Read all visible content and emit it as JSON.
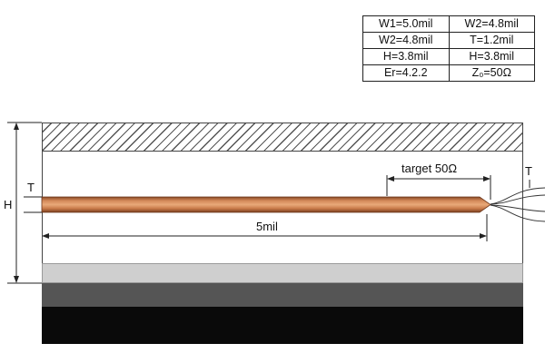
{
  "params": {
    "rows": [
      [
        "W1=5.0mil",
        "W2=4.8mil"
      ],
      [
        "W2=4.8mil",
        "T=1.2mil"
      ],
      [
        "H=3.8mil",
        "H=3.8mil"
      ],
      [
        "Er=4.2.2",
        "Z₀=50Ω"
      ]
    ]
  },
  "labels": {
    "height": "H",
    "thickness_left": "T",
    "thickness_right": "T",
    "target": "target 50Ω",
    "length": "5mil"
  },
  "colors": {
    "copper": "#c87a4a",
    "copper_dark": "#8a4a26",
    "hatch": "#555555",
    "layer_light": "#cfcfcf",
    "layer_dark": "#555555",
    "layer_base": "#0a0a0a"
  }
}
